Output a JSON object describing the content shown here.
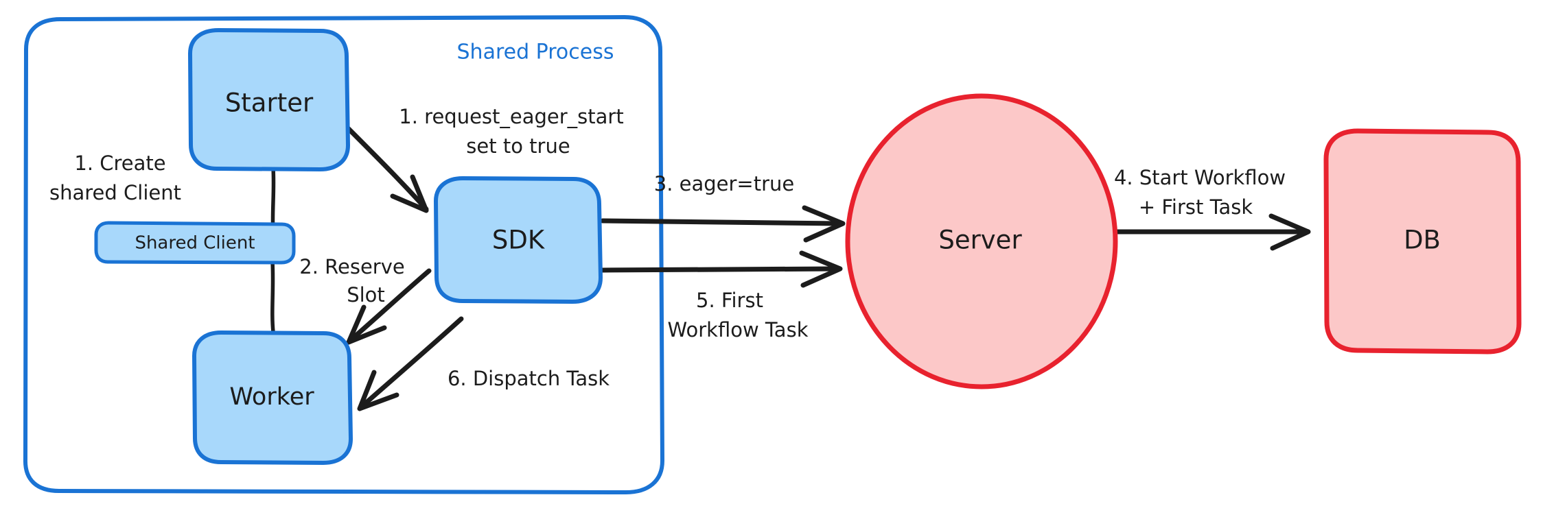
{
  "diagram": {
    "title": "Shared Process eager workflow start sequence",
    "colors": {
      "blue_stroke": "#1a73d4",
      "blue_fill": "#a8d8fb",
      "red_stroke": "#e8222e",
      "red_fill": "#fcc8c8",
      "ink": "#1c1c1c",
      "background": "#ffffff"
    },
    "groups": [
      {
        "id": "shared-process",
        "label": "Shared Process",
        "stroke": "#1a73d4"
      }
    ],
    "nodes": [
      {
        "id": "starter",
        "label": "Starter",
        "shape": "rounded-rect",
        "group": "shared-process",
        "fill": "#a8d8fb",
        "stroke": "#1a73d4"
      },
      {
        "id": "shared-client",
        "label": "Shared Client",
        "shape": "rounded-rect",
        "group": "shared-process",
        "fill": "#a8d8fb",
        "stroke": "#1a73d4"
      },
      {
        "id": "worker",
        "label": "Worker",
        "shape": "rounded-rect",
        "group": "shared-process",
        "fill": "#a8d8fb",
        "stroke": "#1a73d4"
      },
      {
        "id": "sdk",
        "label": "SDK",
        "shape": "rounded-rect",
        "group": "shared-process",
        "fill": "#a8d8fb",
        "stroke": "#1a73d4"
      },
      {
        "id": "server",
        "label": "Server",
        "shape": "ellipse",
        "group": null,
        "fill": "#fcc8c8",
        "stroke": "#e8222e"
      },
      {
        "id": "db",
        "label": "DB",
        "shape": "rounded-rect",
        "group": null,
        "fill": "#fcc8c8",
        "stroke": "#e8222e"
      }
    ],
    "edges": [
      {
        "id": "e-create-shared-client",
        "from": "starter",
        "to": "shared-client",
        "label": "1. Create\nshared Client",
        "label_line1": "1. Create",
        "label_line2": "shared Client",
        "arrow": false
      },
      {
        "id": "e-client-worker",
        "from": "shared-client",
        "to": "worker",
        "label": "",
        "arrow": false
      },
      {
        "id": "e-request-eager-start",
        "from": "starter",
        "to": "sdk",
        "label": "1. request_eager_start\nset to true",
        "label_line1": "1. request_eager_start",
        "label_line2": "set to true",
        "arrow": true
      },
      {
        "id": "e-reserve-slot",
        "from": "sdk",
        "to": "worker",
        "label": "2. Reserve\nSlot",
        "label_line1": "2. Reserve",
        "label_line2": "Slot",
        "arrow": true
      },
      {
        "id": "e-eager-true",
        "from": "sdk",
        "to": "server",
        "label": "3. eager=true",
        "label_line1": "3. eager=true",
        "label_line2": "",
        "arrow": true
      },
      {
        "id": "e-start-workflow",
        "from": "server",
        "to": "db",
        "label": "4. Start Workflow\n+ First Task",
        "label_line1": "4. Start Workflow",
        "label_line2": "+ First Task",
        "arrow": true
      },
      {
        "id": "e-first-workflow-task",
        "from": "server",
        "to": "sdk",
        "label": "5. First\nWorkflow Task",
        "label_line1": "5. First",
        "label_line2": "Workflow Task",
        "arrow": true
      },
      {
        "id": "e-dispatch-task",
        "from": "sdk",
        "to": "worker",
        "label": "6. Dispatch Task",
        "label_line1": "6. Dispatch Task",
        "label_line2": "",
        "arrow": true
      }
    ]
  }
}
